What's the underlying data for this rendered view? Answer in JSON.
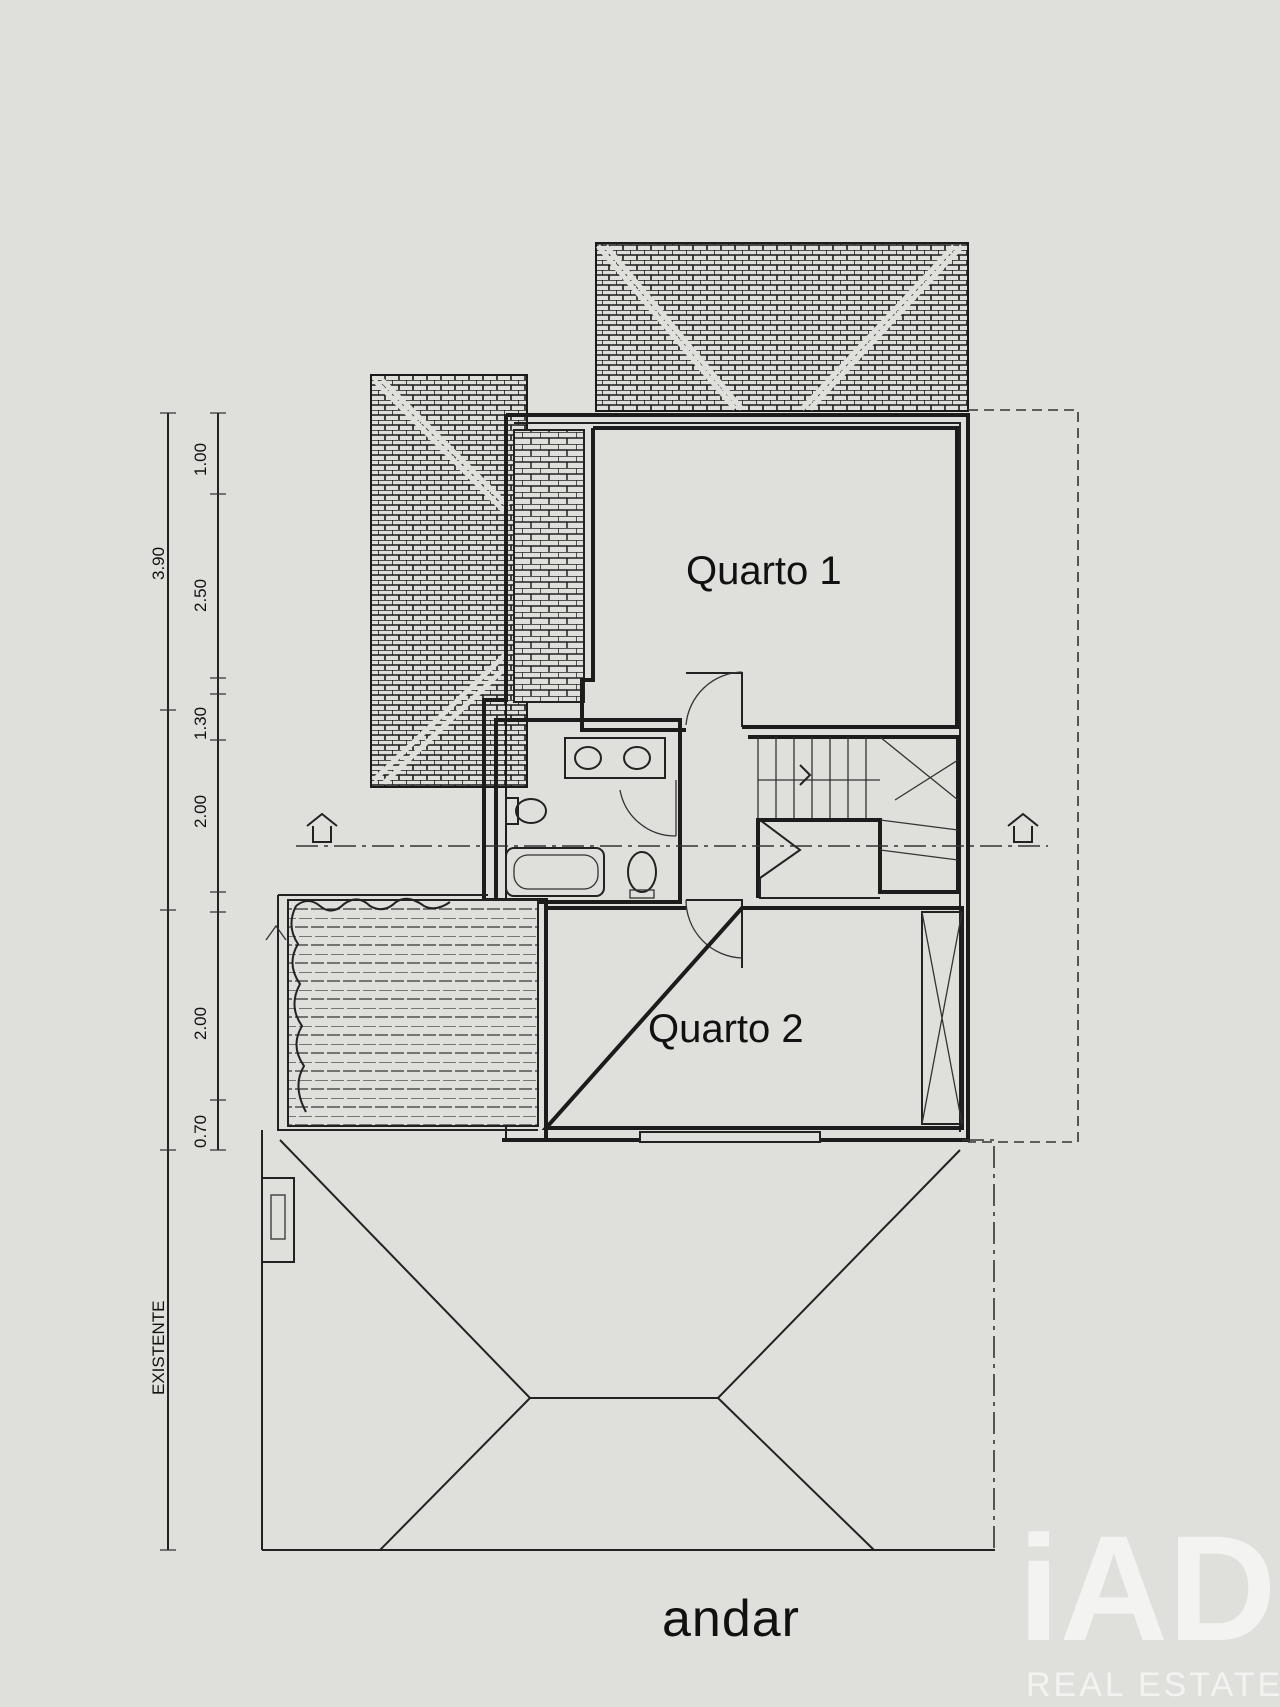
{
  "labels": {
    "room1": "Quarto 1",
    "room2": "Quarto 2",
    "floor": "andar",
    "existing": "EXISTENTE"
  },
  "dimensions": {
    "total": "3.90",
    "d1": "1.00",
    "d2": "2.50",
    "d3": "1.30",
    "d4": "2.00",
    "d5": "2.00",
    "d6": "0.70"
  },
  "watermark": {
    "brand": "iAD",
    "sub": "REAL ESTATE"
  },
  "colors": {
    "paper": "#dfe0dc",
    "ink": "#1c1c1c"
  }
}
